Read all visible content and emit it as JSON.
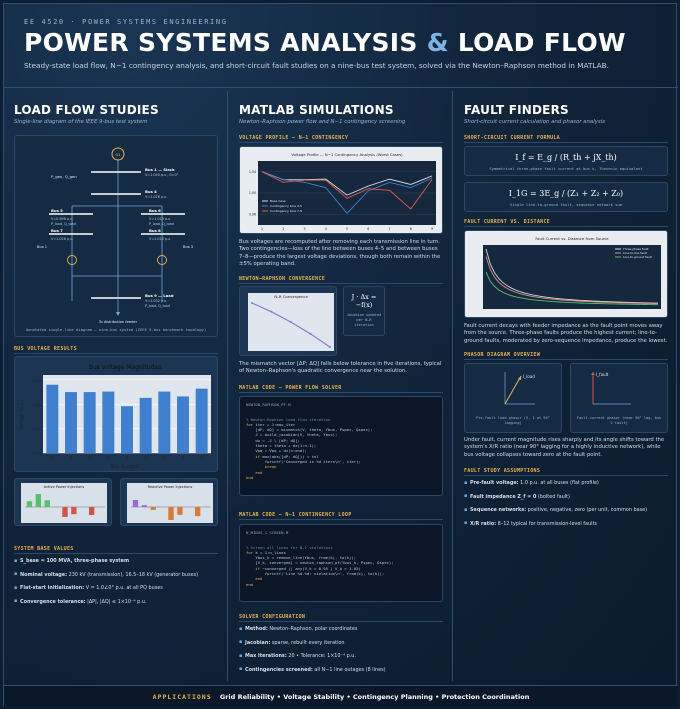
{
  "header": {
    "course": "EE 4520 · POWER SYSTEMS ENGINEERING",
    "title_main": "POWER SYSTEMS ANALYSIS ",
    "title_amp": "&",
    "title_end": " LOAD FLOW",
    "subtitle": "Steady-state load flow, N−1 contingency analysis, and short-circuit fault studies on a nine-bus test system, solved via the Newton–Raphson method in MATLAB."
  },
  "col1": {
    "title": "LOAD FLOW STUDIES",
    "subtitle": "Single-line diagram of the IEEE 9-bus test system",
    "diagram": {
      "gen": "G1",
      "pgen": "P_gen, Q_gen",
      "bus1": "Bus 1 — Slack",
      "bus1v": "V=1.040 p.u., θ=0°",
      "bus4": "Bus 4",
      "bus4v": "V=1.026 p.u.",
      "bus5": "Bus 5",
      "bus5v": "V=0.996 p.u.",
      "bus5l": "P_load, Q_load",
      "bus6": "Bus 6",
      "bus6v": "V=1.013 p.u.",
      "bus6l": "P_load, Q_load",
      "bus7": "Bus 7",
      "bus7v": "V=1.026 p.u.",
      "bus8": "Bus 8",
      "bus8v": "V=1.016 p.u.",
      "bus1b": "Bus 1",
      "bus3": "Bus 3",
      "bus9": "Bus 9 — Load",
      "bus9v": "V=1.032 p.u.",
      "bus9l": "P_load, Q_load",
      "feeder": "To distribution feeder",
      "caption": "Annotated single-line diagram — nine-bus system (IEEE 9-bus benchmark topology)"
    },
    "bus_voltage_results": "BUS VOLTAGE RESULTS",
    "system_base": "SYSTEM BASE VALUES",
    "base_items": [
      {
        "k": "S_base = 100 MVA, three-phase system",
        "v": ""
      },
      {
        "k": "Nominal voltage:",
        "v": " 230 kV (transmission), 16.5–18 kV (generator buses)"
      },
      {
        "k": "Flat-start initialization:",
        "v": " V = 1.0∠0° p.u. at all PQ buses"
      },
      {
        "k": "Convergence tolerance:",
        "v": " |ΔP|, |ΔQ| ≤ 1×10⁻⁴ p.u."
      }
    ]
  },
  "col2": {
    "title": "MATLAB SIMULATIONS",
    "subtitle": "Newton–Raphson power flow and N−1 contingency screening",
    "voltage_profile": "VOLTAGE PROFILE — N−1 CONTINGENCY",
    "vp_text": "Bus voltages are recomputed after removing each transmission line in turn. Two contingencies—loss of the line between buses 4–5 and between buses 7–8—produce the largest voltage deviations, though both remain within the ±5% operating band.",
    "nr_conv": "NEWTON–RAPHSON CONVERGENCE",
    "jac_eq": "J · Δx = −f(x)",
    "jac_cap": "Jacobian updated per N–R iteration",
    "nr_text": "The mismatch vector [ΔP; ΔQ] falls below tolerance in five iterations, typical of Newton–Raphson's quadratic convergence near the solution.",
    "code1_title": "MATLAB CODE — POWER FLOW SOLVER",
    "code1_file": "NEWTON_RAPHSON_PF.M",
    "code2_title": "MATLAB CODE — N−1 CONTINGENCY LOOP",
    "code2_file": "N_MINUS_1_SCREEN.M",
    "solver_config": "SOLVER CONFIGURATION",
    "solver_items": [
      {
        "k": "Method:",
        "v": " Newton–Raphson, polar coordinates"
      },
      {
        "k": "Jacobian:",
        "v": " sparse, rebuilt every iteration"
      },
      {
        "k": "Max iterations:",
        "v": " 20 • Tolerance: 1×10⁻⁴ p.u."
      },
      {
        "k": "Contingencies screened:",
        "v": " all N−1 line outages (8 lines)"
      }
    ]
  },
  "col3": {
    "title": "FAULT FINDERS",
    "subtitle": "Short-circuit current calculation and phasor analysis",
    "scc_formula": "SHORT-CIRCUIT CURRENT FORMULA",
    "f1": "I_f = E_g / (R_th + jX_th)",
    "f1cap": "Symmetrical three-phase fault current at bus k, Thevenin equivalent",
    "f2": "I_1G = 3E_g / (Z₁ + Z₂ + Z₀)",
    "f2cap": "Single line-to-ground fault, sequence network sum",
    "fvd": "FAULT CURRENT VS. DISTANCE",
    "fvd_text": "Fault current decays with feeder impedance as the fault point moves away from the source. Three-phase faults produce the highest current; line-to-ground faults, moderated by zero-sequence impedance, produce the lowest.",
    "phasor": "PHASOR DIAGRAM OVERVIEW",
    "pf_label": "I_load",
    "pf_cap": "Pre-fault load phasor (V, I at 90° lagging)",
    "f_label": "I_fault",
    "f_cap": "Fault-current phasor (near 90° lag, bus 2 fault)",
    "phasor_text": "Under fault, current magnitude rises sharply and its angle shifts toward the system's X/R ratio (near 90° lagging for a highly inductive network), while bus voltage collapses toward zero at the fault point.",
    "assumptions": "FAULT STUDY ASSUMPTIONS",
    "assume_items": [
      {
        "k": "Pre-fault voltage:",
        "v": " 1.0 p.u. at all buses (flat profile)"
      },
      {
        "k": "Fault impedance Z_f = 0",
        "v": " (bolted fault)"
      },
      {
        "k": "Sequence networks:",
        "v": " positive, negative, zero (per unit, common base)"
      },
      {
        "k": "X/R ratio:",
        "v": " 8–12 typical for transmission-level faults"
      }
    ]
  },
  "footer": {
    "label": "APPLICATIONS",
    "items": "Grid Reliability  •  Voltage Stability  •  Contingency Planning  •  Protection Coordination"
  },
  "chart_data": [
    {
      "type": "bar",
      "title": "Bus Voltage Magnitudes",
      "xlabel": "Bus Number",
      "ylabel": "Voltage (p.u.)",
      "categories": [
        "1",
        "2",
        "3",
        "4",
        "5",
        "6",
        "7",
        "8",
        "9"
      ],
      "values": [
        1.04,
        1.025,
        1.025,
        1.026,
        0.996,
        1.013,
        1.026,
        1.016,
        1.032
      ],
      "ylim": [
        0.9,
        1.06
      ],
      "color": "#3f7fd0"
    },
    {
      "type": "bar",
      "title": "Active Power Injections",
      "values": [
        0.72,
        1.63,
        0.85,
        0,
        -1.25,
        -0.9,
        0,
        -1.0,
        0
      ],
      "colors": [
        "#55c16a",
        "#d0544a"
      ]
    },
    {
      "type": "bar",
      "title": "Reactive Power Injections",
      "values": [
        0.27,
        0.07,
        -0.11,
        0,
        -0.5,
        -0.3,
        0,
        -0.35,
        0
      ],
      "colors": [
        "#9b6ad6",
        "#d97a3a"
      ]
    },
    {
      "type": "line",
      "title": "Voltage Profile — N−1 Contingency Analysis (Worst Cases)",
      "x": [
        1,
        2,
        3,
        4,
        5,
        6,
        7,
        8,
        9
      ],
      "series": [
        {
          "name": "Base Case",
          "values": [
            1.04,
            1.025,
            1.025,
            1.026,
            0.996,
            1.013,
            1.026,
            1.016,
            1.032
          ],
          "color": "#cfd8e3"
        },
        {
          "name": "Contingency Line 4-5",
          "values": [
            1.04,
            1.025,
            1.02,
            1.01,
            0.962,
            1.004,
            1.02,
            1.01,
            1.028
          ],
          "color": "#3f7fd0"
        },
        {
          "name": "Contingency Line 7-8",
          "values": [
            1.04,
            1.02,
            1.024,
            1.024,
            0.99,
            1.008,
            1.005,
            0.97,
            1.025
          ],
          "color": "#e35a4a"
        }
      ],
      "ylim": [
        0.94,
        1.06
      ]
    },
    {
      "type": "line",
      "title": "N–R Convergence",
      "x": [
        1,
        2,
        3,
        4,
        5
      ],
      "series": [
        {
          "name": "",
          "values": [
            1,
            0.04,
            0.0009,
            1.2e-05,
            1e-07
          ],
          "color": "#8a7ad8"
        }
      ],
      "log_y": true
    },
    {
      "type": "line",
      "title": "Fault Current vs. Distance from Source",
      "series": [
        {
          "name": "Three-phase fault",
          "color": "#cfd8e3"
        },
        {
          "name": "Line-to-line fault",
          "color": "#e88c80"
        },
        {
          "name": "Line-to-ground fault",
          "color": "#55c16a"
        }
      ]
    }
  ]
}
